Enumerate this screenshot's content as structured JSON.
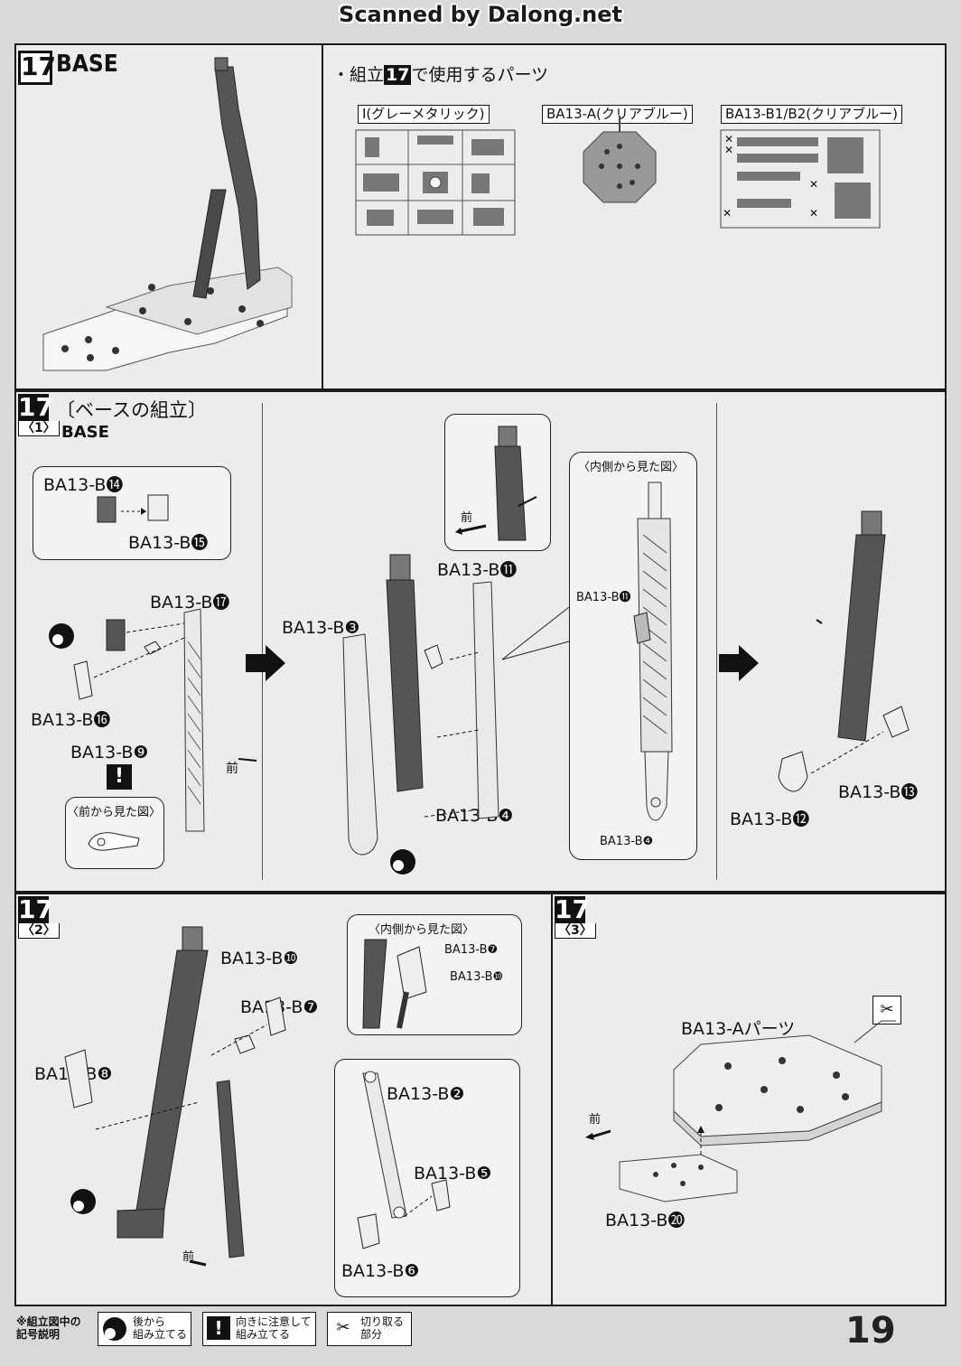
{
  "watermark": "Scanned by Dalong.net",
  "page_number": "19",
  "top": {
    "step_number": "17",
    "title": "BASE",
    "parts_heading_prefix": "・組立",
    "parts_heading_step": "17",
    "parts_heading_suffix": "で使用するパーツ",
    "runners": [
      {
        "label": "I(グレーメタリック)"
      },
      {
        "label": "BA13-A(クリアブルー)"
      },
      {
        "label": "BA13-B1/B2(クリアブルー)"
      }
    ]
  },
  "step1": {
    "step_number": "17",
    "sub_number": "〈1〉",
    "title": "〔ベースの組立〕",
    "subtitle": "BASE",
    "labels": {
      "b14": "BA13-B⓮",
      "b15": "BA13-B⓯",
      "b17": "BA13-B⓱",
      "b16": "BA13-B⓰",
      "b9": "BA13-B❾",
      "b3": "BA13-B❸",
      "b11": "BA13-B⓫",
      "b4": "BA13-B❹",
      "b11_small": "BA13-B⓫",
      "b4_small": "BA13-B❹",
      "b12": "BA13-B⓬",
      "b13": "BA13-B⓭",
      "front": "前",
      "front2": "前",
      "inside_view": "〈内側から見た図〉",
      "front_view": "〈前から見た図〉"
    }
  },
  "step2": {
    "step_number": "17",
    "sub_number": "〈2〉",
    "labels": {
      "b10": "BA13-B❿",
      "b7": "BA13-B❼",
      "b8": "BA13-B❽",
      "b2": "BA13-B❷",
      "b5": "BA13-B❺",
      "b6": "BA13-B❻",
      "front": "前",
      "inside_view": "〈内側から見た図〉",
      "b7_small": "BA13-B❼",
      "b10_small": "BA13-B❿"
    }
  },
  "step3": {
    "step_number": "17",
    "sub_number": "〈3〉",
    "labels": {
      "a_parts": "BA13-Aパーツ",
      "b20": "BA13-B⓴",
      "front": "前"
    }
  },
  "footer": {
    "note": "※組立図中の\n記号説明",
    "legend": [
      {
        "icon": "back-assembly-icon",
        "text": "後から\n組み立てる"
      },
      {
        "icon": "caution-icon",
        "text": "向きに注意して\n組み立てる"
      },
      {
        "icon": "nipper-icon",
        "text": "切り取る\n部分"
      }
    ]
  }
}
